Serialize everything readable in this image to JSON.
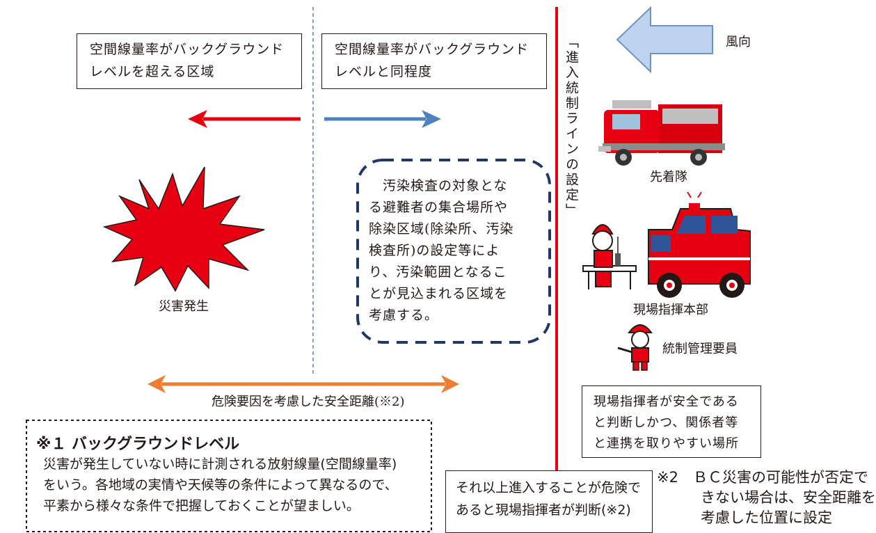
{
  "zones": {
    "above_background": "空間線量率がバックグラウンド\nレベルを超える区域",
    "same_as_background": "空間線量率がバックグラウンド\nレベルと同程度"
  },
  "entry_control_line": "「進入統制ラインの設定」",
  "wind": {
    "label": "風向"
  },
  "units": {
    "first_arrival": "先着隊",
    "command_hq": "現場指揮本部",
    "control_staff": "統制管理要員"
  },
  "disaster": {
    "label": "災害発生"
  },
  "contamination_note": "　汚染検査の対象とな\nる避難者の集合場所や\n除染区域(除染所、汚染\n検査所)の設定等によ\nり、汚染範囲となるこ\nとが見込まれる区域を\n考慮する。",
  "safety_distance": "危険要因を考慮した安全距離(※2)",
  "hq_location": "現場指揮者が安全である\nと判断しかつ、関係者等\nと連携を取りやすい場所",
  "danger_judgement": "それ以上進入することが危険で\nあると現場指揮者が判断(※2)",
  "note1": {
    "title": "※１ バックグラウンドレベル",
    "body": "災害が発生していない時に計測される放射線量(空間線量率)\nをいう。各地域の実情や天候等の条件によって異なるので、\n平素から様々な条件で把握しておくことが望ましい。"
  },
  "note2": "※2　ＢＣ災害の可能性が否定で\n　　　きない場合は、安全距離を\n　　　考慮した位置に設定",
  "colors": {
    "control_line": "#e60012",
    "arrow_left": "#e60012",
    "arrow_right": "#4f81bd",
    "arrow_safety": "#ee7d31",
    "wind_arrow": "#a9c6e8",
    "dashed_box": "#1f3864"
  }
}
